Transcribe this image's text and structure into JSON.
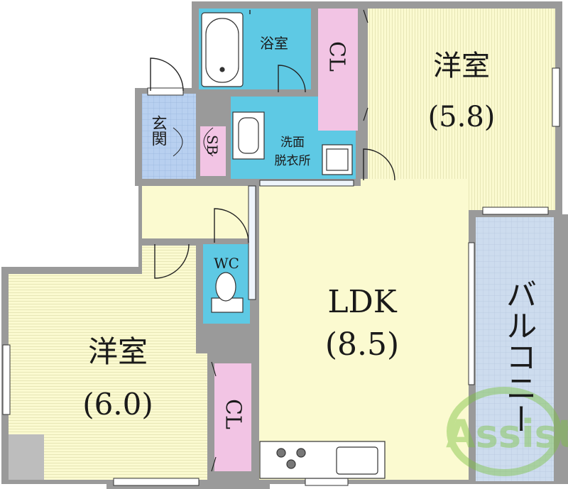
{
  "rooms": {
    "western_a": {
      "name": "洋室",
      "size": "(5.8)"
    },
    "western_b": {
      "name": "洋室",
      "size": "(6.0)"
    },
    "ldk": {
      "name": "LDK",
      "size": "(8.5)"
    },
    "balcony": {
      "name": "バルコニー"
    },
    "bath": {
      "name": "浴室"
    },
    "washroom": {
      "name": "洗面",
      "name2": "脱衣所"
    },
    "entrance": {
      "name": "玄関"
    },
    "toilet": {
      "name": "WC"
    },
    "closet": {
      "name": "CL"
    },
    "shoebox": {
      "name": "SB"
    }
  },
  "watermark": {
    "text": "Assist"
  },
  "colors": {
    "room_yellow": "#fbfad0",
    "balcony_blue": "#cddcee",
    "wet_cyan": "#5ec9e4",
    "closet_pink": "#f2c4e4",
    "entry_blue": "#b3cdf0",
    "wall": "#9a9a9a"
  }
}
